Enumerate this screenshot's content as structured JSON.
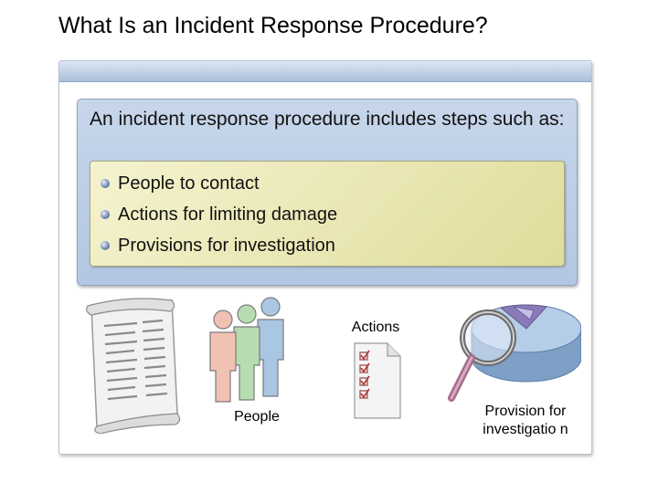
{
  "slide": {
    "title": "What Is an Incident Response Procedure?",
    "intro": "An incident response procedure includes steps such as:",
    "bullets": [
      "People to contact",
      "Actions for limiting damage",
      "Provisions for investigation"
    ]
  },
  "illustrations": {
    "people_label": "People",
    "actions_label": "Actions",
    "provision_label": "Provision for investigatio n"
  },
  "icons": [
    "document-scroll-icon",
    "people-group-icon",
    "checklist-icon",
    "magnifier-pie-chart-icon",
    "bullet-icon"
  ]
}
